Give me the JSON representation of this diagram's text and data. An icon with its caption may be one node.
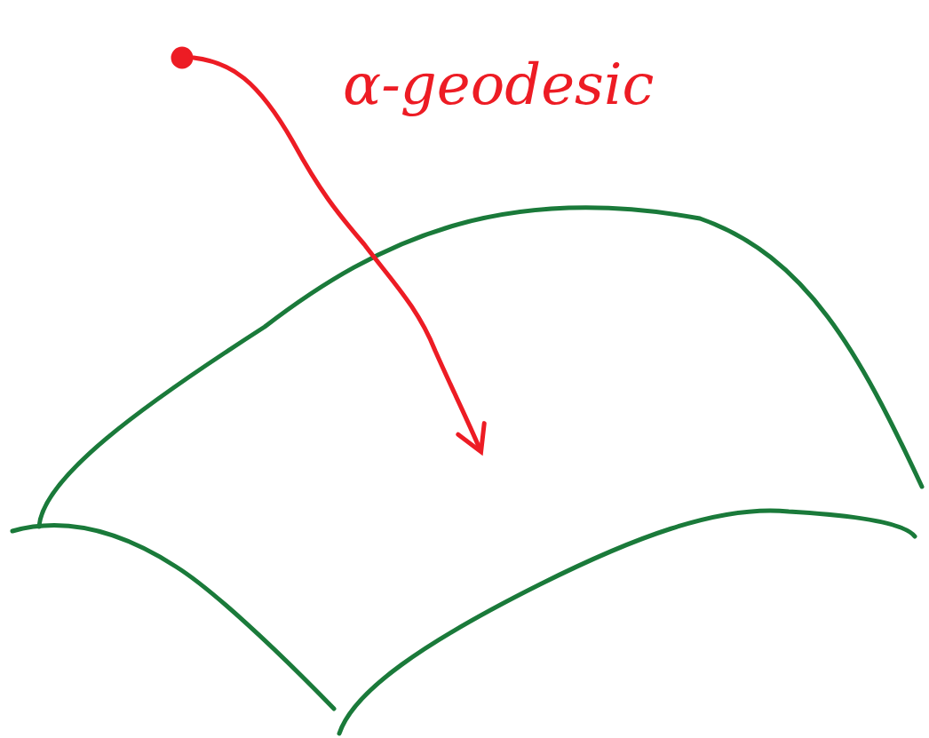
{
  "diagram": {
    "nodes": [
      {
        "text": [],
        "shape": "circle"
      },
      {
        "text": [],
        "shape": "picture"
      }
    ],
    "edges": [
      {
        "from": 0,
        "to": 1,
        "arrow": "to",
        "label": "α-geodesic"
      }
    ]
  }
}
